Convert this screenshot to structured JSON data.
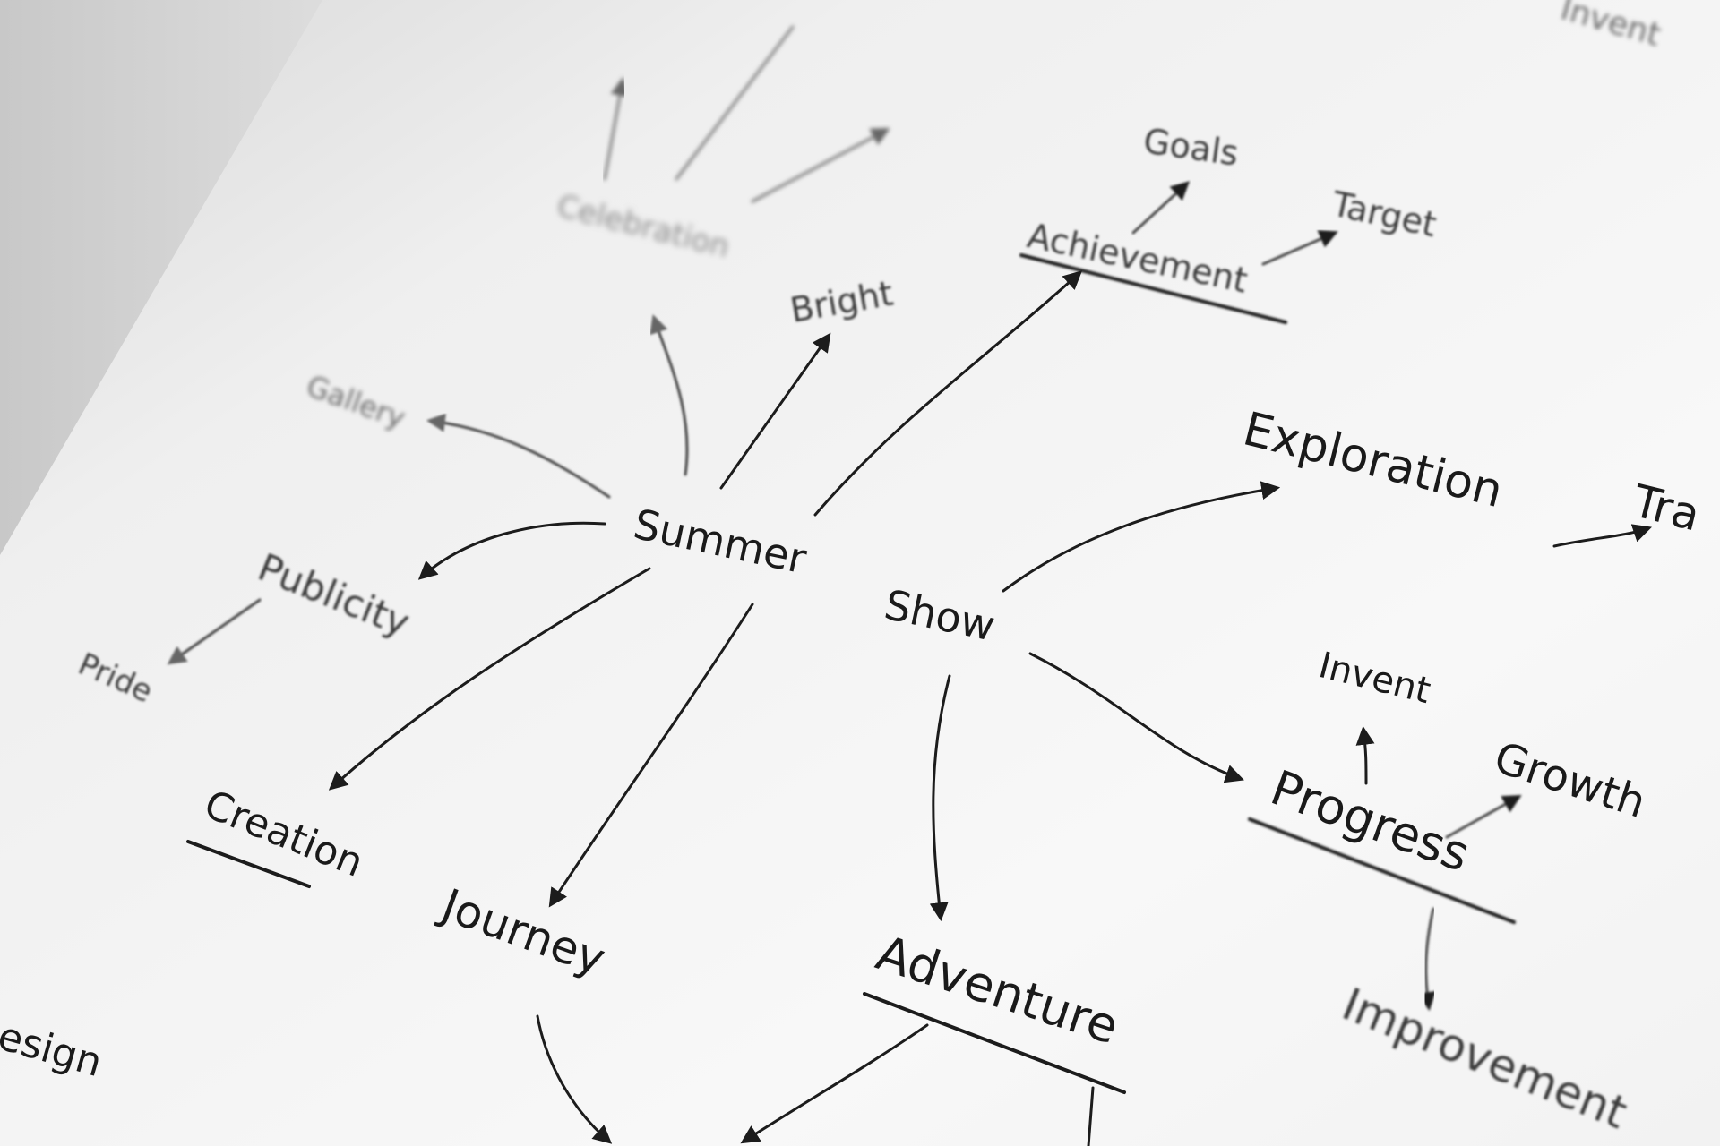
{
  "scene": {
    "paper_color": "#f6f6f6",
    "ink_color": "#1c1c1c"
  },
  "words": {
    "summer": "Summer",
    "show": "Show",
    "bright": "Bright",
    "achievement": "Achievement",
    "goals": "Goals",
    "target": "Target",
    "exploration": "Exploration",
    "travel": "Tra",
    "invent_top": "Invent",
    "invent": "Invent",
    "growth": "Growth",
    "progress": "Progress",
    "improvement": "Improvement",
    "adventure": "Adventure",
    "journey": "Journey",
    "creation": "Creation",
    "publicity": "Publicity",
    "pride": "Pride",
    "gallery": "Gallery",
    "celebration": "Celebration",
    "design": "esign"
  }
}
